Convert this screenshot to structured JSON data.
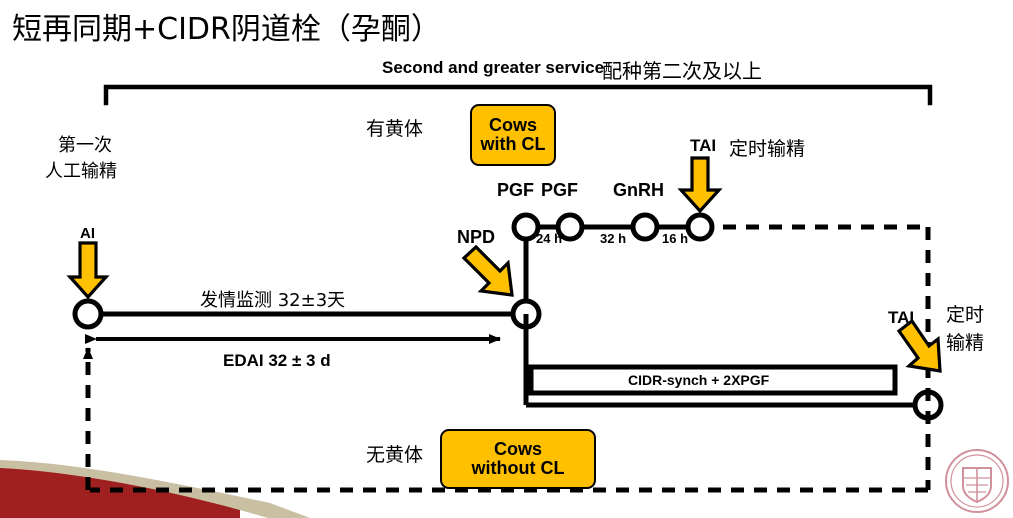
{
  "slide": {
    "title": "短再同期+CIDR阴道栓（孕酮）",
    "header_en": "Second and greater service",
    "header_cn": "配种第二次及以上"
  },
  "colors": {
    "accent_yellow": "#FFC000",
    "line_black": "#000000",
    "seal_red": "#A32638",
    "swoosh_red": "#A02020",
    "swoosh_tan": "#C9BFA3"
  },
  "branches": {
    "with_cl": {
      "cn_label": "有黄体",
      "box_line1": "Cows",
      "box_line2": "with CL"
    },
    "without_cl": {
      "cn_label": "无黄体",
      "box_line1": "Cows",
      "box_line2": "without CL"
    }
  },
  "left": {
    "cn_line1": "第一次",
    "cn_line2": "人工输精",
    "event": "AI",
    "arrow_icon": "down-arrow-icon"
  },
  "timeline_top": {
    "nodes": [
      {
        "label": "PGF"
      },
      {
        "label": "PGF"
      },
      {
        "label": "GnRH"
      },
      {
        "label": "TAI"
      }
    ],
    "intervals": [
      "24 h",
      "32 h",
      "16 h"
    ],
    "tai_cn": "定时输精",
    "tai_arrow_icon": "down-arrow-icon"
  },
  "middle": {
    "npd_label": "NPD",
    "npd_arrow_icon": "diagonal-arrow-icon",
    "estrus_detection": "发情监测 32±3天",
    "edai": "EDAI 32 ± 3 d"
  },
  "bottom": {
    "protocol_bar": "CIDR-synch + 2XPGF"
  },
  "right": {
    "event": "TAI",
    "cn_line1": "定时",
    "cn_line2": "输精",
    "arrow_icon": "diagonal-arrow-icon"
  },
  "logo": {
    "name": "cornell-university-seal"
  }
}
